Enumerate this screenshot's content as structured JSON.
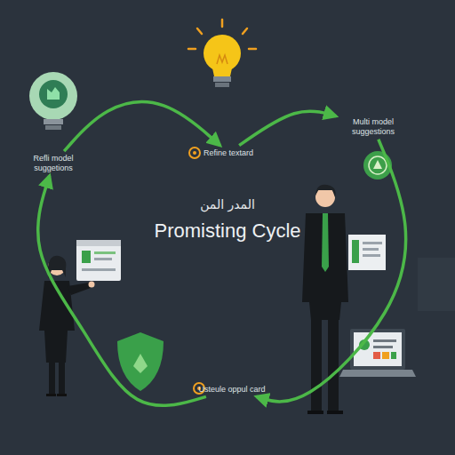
{
  "diagram": {
    "title": "Promisting Cycle",
    "nodes": [
      {
        "text": [
          "Refine textard"
        ]
      },
      {
        "text": [
          "Multi model suggestions"
        ]
      },
      {
        "text": [
          "Usteule oppul card"
        ]
      },
      {
        "text": [
          "Refli model suggetions"
        ]
      }
    ],
    "edges": [
      {
        "from": 3,
        "to": 0,
        "arrow": "to"
      },
      {
        "from": 0,
        "to": 1,
        "arrow": "to"
      },
      {
        "from": 1,
        "to": 2,
        "arrow": "to"
      },
      {
        "from": 2,
        "to": 3,
        "arrow": "to"
      }
    ],
    "labels": [
      "المدر المن"
    ]
  }
}
